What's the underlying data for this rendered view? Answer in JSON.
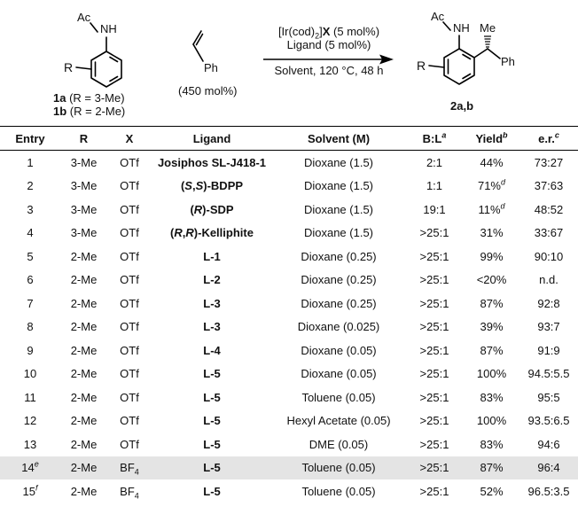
{
  "scheme": {
    "substrate": {
      "ac": "Ac",
      "nh": "NH",
      "r": "R",
      "label_1a_num": "1a",
      "label_1a_desc": " (R = 3-Me)",
      "label_1b_num": "1b",
      "label_1b_desc": " (R = 2-Me)"
    },
    "styrene": {
      "ph": "Ph",
      "amount": "(450 mol%)"
    },
    "conditions": {
      "catalyst_pre": "[Ir(cod)",
      "catalyst_sub": "2",
      "catalyst_mid": "]",
      "catalyst_x": "X",
      "catalyst_post": " (5 mol%)",
      "ligand": "Ligand (5 mol%)",
      "solvent": "Solvent, 120 °C, 48 h"
    },
    "product": {
      "ac": "Ac",
      "nh": "NH",
      "me": "Me",
      "ph": "Ph",
      "r": "R",
      "label": "2a,b"
    }
  },
  "table": {
    "headers": {
      "entry": "Entry",
      "r": "R",
      "x": "X",
      "ligand": "Ligand",
      "solvent": "Solvent (M)",
      "bl": "B:L",
      "bl_note": "a",
      "yield": "Yield",
      "yield_note": "b",
      "er": "e.r.",
      "er_note": "c"
    },
    "rows": [
      {
        "entry": "1",
        "entry_note": "",
        "r": "3-Me",
        "x": "OTf",
        "x_sub": "",
        "ligand": "Josiphos SL-J418-1",
        "solvent": "Dioxane (1.5)",
        "bl": "2:1",
        "yield": "44%",
        "yield_note": "",
        "er": "73:27",
        "hl": false
      },
      {
        "entry": "2",
        "entry_note": "",
        "r": "3-Me",
        "x": "OTf",
        "x_sub": "",
        "ligand_parts": [
          "(",
          "S",
          ",",
          "S",
          ")-BDPP"
        ],
        "solvent": "Dioxane (1.5)",
        "bl": "1:1",
        "yield": "71%",
        "yield_note": "d",
        "er": "37:63",
        "hl": false
      },
      {
        "entry": "3",
        "entry_note": "",
        "r": "3-Me",
        "x": "OTf",
        "x_sub": "",
        "ligand_parts": [
          "(",
          "R",
          ")-SDP"
        ],
        "solvent": "Dioxane (1.5)",
        "bl": "19:1",
        "yield": "11%",
        "yield_note": "d",
        "er": "48:52",
        "hl": false
      },
      {
        "entry": "4",
        "entry_note": "",
        "r": "3-Me",
        "x": "OTf",
        "x_sub": "",
        "ligand_parts": [
          "(",
          "R",
          ",",
          "R",
          ")-Kelliphite"
        ],
        "solvent": "Dioxane (1.5)",
        "bl": ">25:1",
        "yield": "31%",
        "yield_note": "",
        "er": "33:67",
        "hl": false
      },
      {
        "entry": "5",
        "entry_note": "",
        "r": "2-Me",
        "x": "OTf",
        "x_sub": "",
        "ligand": "L-1",
        "solvent": "Dioxane (0.25)",
        "bl": ">25:1",
        "yield": "99%",
        "yield_note": "",
        "er": "90:10",
        "hl": false
      },
      {
        "entry": "6",
        "entry_note": "",
        "r": "2-Me",
        "x": "OTf",
        "x_sub": "",
        "ligand": "L-2",
        "solvent": "Dioxane (0.25)",
        "bl": ">25:1",
        "yield": "<20%",
        "yield_note": "",
        "er": "n.d.",
        "hl": false
      },
      {
        "entry": "7",
        "entry_note": "",
        "r": "2-Me",
        "x": "OTf",
        "x_sub": "",
        "ligand": "L-3",
        "solvent": "Dioxane (0.25)",
        "bl": ">25:1",
        "yield": "87%",
        "yield_note": "",
        "er": "92:8",
        "hl": false
      },
      {
        "entry": "8",
        "entry_note": "",
        "r": "2-Me",
        "x": "OTf",
        "x_sub": "",
        "ligand": "L-3",
        "solvent": "Dioxane (0.025)",
        "bl": ">25:1",
        "yield": "39%",
        "yield_note": "",
        "er": "93:7",
        "hl": false
      },
      {
        "entry": "9",
        "entry_note": "",
        "r": "2-Me",
        "x": "OTf",
        "x_sub": "",
        "ligand": "L-4",
        "solvent": "Dioxane (0.05)",
        "bl": ">25:1",
        "yield": "87%",
        "yield_note": "",
        "er": "91:9",
        "hl": false
      },
      {
        "entry": "10",
        "entry_note": "",
        "r": "2-Me",
        "x": "OTf",
        "x_sub": "",
        "ligand": "L-5",
        "solvent": "Dioxane (0.05)",
        "bl": ">25:1",
        "yield": "100%",
        "yield_note": "",
        "er": "94.5:5.5",
        "hl": false
      },
      {
        "entry": "11",
        "entry_note": "",
        "r": "2-Me",
        "x": "OTf",
        "x_sub": "",
        "ligand": "L-5",
        "solvent": "Toluene (0.05)",
        "bl": ">25:1",
        "yield": "83%",
        "yield_note": "",
        "er": "95:5",
        "hl": false
      },
      {
        "entry": "12",
        "entry_note": "",
        "r": "2-Me",
        "x": "OTf",
        "x_sub": "",
        "ligand": "L-5",
        "solvent": "Hexyl Acetate (0.05)",
        "bl": ">25:1",
        "yield": "100%",
        "yield_note": "",
        "er": "93.5:6.5",
        "hl": false
      },
      {
        "entry": "13",
        "entry_note": "",
        "r": "2-Me",
        "x": "OTf",
        "x_sub": "",
        "ligand": "L-5",
        "solvent": "DME (0.05)",
        "bl": ">25:1",
        "yield": "83%",
        "yield_note": "",
        "er": "94:6",
        "hl": false
      },
      {
        "entry": "14",
        "entry_note": "e",
        "r": "2-Me",
        "x": "BF",
        "x_sub": "4",
        "ligand": "L-5",
        "solvent": "Toluene (0.05)",
        "bl": ">25:1",
        "yield": "87%",
        "yield_note": "",
        "er": "96:4",
        "hl": true
      },
      {
        "entry": "15",
        "entry_note": "f",
        "r": "2-Me",
        "x": "BF",
        "x_sub": "4",
        "ligand": "L-5",
        "solvent": "Toluene (0.05)",
        "bl": ">25:1",
        "yield": "52%",
        "yield_note": "",
        "er": "96.5:3.5",
        "hl": false
      }
    ]
  }
}
